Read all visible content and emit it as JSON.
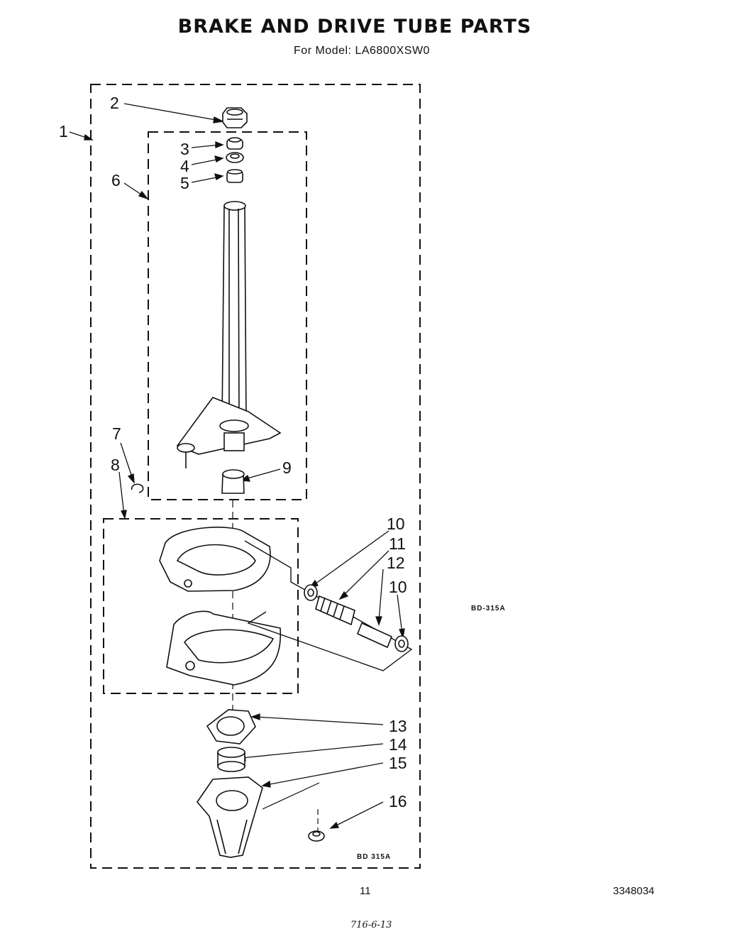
{
  "header": {
    "title": "BRAKE AND DRIVE TUBE PARTS",
    "subtitle": "For Model: LA6800XSW0"
  },
  "callouts": [
    "1",
    "2",
    "3",
    "4",
    "5",
    "6",
    "7",
    "8",
    "9",
    "10",
    "11",
    "12",
    "10",
    "13",
    "14",
    "15",
    "16"
  ],
  "codes": {
    "side_code": "BD-315A",
    "bottom_code": "BD 315A"
  },
  "footer": {
    "page_number": "11",
    "part_number": "3348034",
    "handwritten": "716-6-13"
  }
}
